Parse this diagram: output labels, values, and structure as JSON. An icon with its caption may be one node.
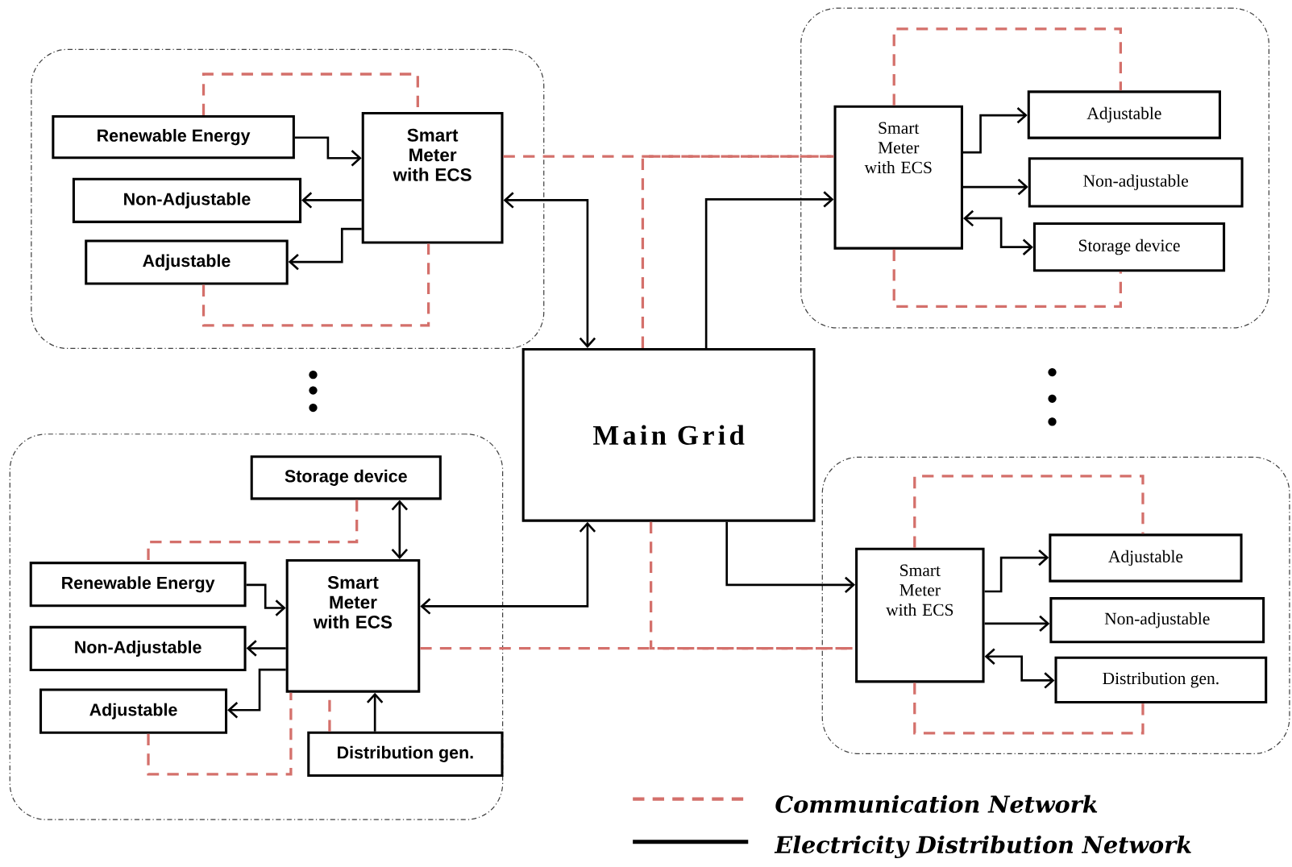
{
  "diagram": {
    "nodes": [
      {
        "text": [],
        "shape": "box"
      },
      {
        "text": [
          "Renewable Energy"
        ],
        "in": 0
      },
      {
        "text": [
          "Smart Meter with ECS"
        ],
        "in": 0
      },
      {
        "text": [
          "Non-Adjustable"
        ],
        "in": 0
      },
      {
        "text": [
          "Adjustable"
        ],
        "in": 0
      },
      {
        "text": [],
        "shape": "box"
      },
      {
        "text": [
          "Smart Meter with ECS"
        ],
        "in": 5
      },
      {
        "text": [
          "Adjustable"
        ],
        "in": 5
      },
      {
        "text": [
          "Non-adjustable"
        ],
        "in": 5
      },
      {
        "text": [
          "Storage device"
        ],
        "in": 5
      },
      {
        "text": [
          "Main Grid"
        ]
      },
      {
        "text": [],
        "shape": "box"
      },
      {
        "text": [
          "Storage device"
        ],
        "in": 11
      },
      {
        "text": [
          "Renewable Energy"
        ],
        "in": 11
      },
      {
        "text": [
          "Smart Meter with ECS"
        ],
        "in": 11
      },
      {
        "text": [
          "Non-Adjustable"
        ],
        "in": 11
      },
      {
        "text": [
          "Adjustable"
        ],
        "in": 11
      },
      {
        "text": [
          "Distribution gen."
        ],
        "in": 11
      },
      {
        "text": [],
        "shape": "box"
      },
      {
        "text": [
          "Smart Meter with ECS"
        ],
        "in": 18
      },
      {
        "text": [
          "Adjustable"
        ],
        "in": 18
      },
      {
        "text": [
          "Non-adjustable"
        ],
        "in": 18
      },
      {
        "text": [
          "Distribution gen."
        ],
        "in": 18
      }
    ],
    "edges": [
      {
        "from": 1,
        "to": 2,
        "arrow": "to"
      },
      {
        "from": 2,
        "to": 3,
        "arrow": "to"
      },
      {
        "from": 2,
        "to": 4,
        "arrow": "to"
      },
      {
        "from": 2,
        "to": 10,
        "arrow": "both"
      },
      {
        "from": 10,
        "to": 6,
        "arrow": "to"
      },
      {
        "from": 6,
        "to": 7,
        "arrow": "to"
      },
      {
        "from": 6,
        "to": 8,
        "arrow": "to"
      },
      {
        "from": 6,
        "to": 9,
        "arrow": "both"
      },
      {
        "from": 12,
        "to": 14,
        "arrow": "both"
      },
      {
        "from": 13,
        "to": 14,
        "arrow": "to"
      },
      {
        "from": 14,
        "to": 15,
        "arrow": "to"
      },
      {
        "from": 14,
        "to": 16,
        "arrow": "to"
      },
      {
        "from": 17,
        "to": 14,
        "arrow": "to"
      },
      {
        "from": 14,
        "to": 10,
        "arrow": "both"
      },
      {
        "from": 10,
        "to": 19,
        "arrow": "to"
      },
      {
        "from": 19,
        "to": 20,
        "arrow": "to"
      },
      {
        "from": 19,
        "to": 21,
        "arrow": "to"
      },
      {
        "from": 19,
        "to": 22,
        "arrow": "both"
      },
      {
        "from": 1,
        "to": 2,
        "arrow": "none",
        "style": "dashed",
        "color": "#d4706b"
      },
      {
        "from": 4,
        "to": 2,
        "arrow": "none",
        "style": "dashed",
        "color": "#d4706b"
      },
      {
        "from": 2,
        "to": 6,
        "arrow": "none",
        "style": "dashed",
        "color": "#d4706b"
      },
      {
        "from": 10,
        "to": 6,
        "arrow": "none",
        "style": "dashed",
        "color": "#d4706b"
      },
      {
        "from": 6,
        "to": 7,
        "arrow": "none",
        "style": "dashed",
        "color": "#d4706b"
      },
      {
        "from": 6,
        "to": 9,
        "arrow": "none",
        "style": "dashed",
        "color": "#d4706b"
      },
      {
        "from": 12,
        "to": 13,
        "arrow": "none",
        "style": "dashed",
        "color": "#d4706b"
      },
      {
        "from": 16,
        "to": 14,
        "arrow": "none",
        "style": "dashed",
        "color": "#d4706b"
      },
      {
        "from": 17,
        "to": 14,
        "arrow": "none",
        "style": "dashed",
        "color": "#d4706b"
      },
      {
        "from": 14,
        "to": 19,
        "arrow": "none",
        "style": "dashed",
        "color": "#d4706b"
      },
      {
        "from": 10,
        "to": 19,
        "arrow": "none",
        "style": "dashed",
        "color": "#d4706b"
      },
      {
        "from": 19,
        "to": 20,
        "arrow": "none",
        "style": "dashed",
        "color": "#d4706b"
      },
      {
        "from": 19,
        "to": 22,
        "arrow": "none",
        "style": "dashed",
        "color": "#d4706b"
      }
    ],
    "legend": [
      {
        "text": "Communication Network"
      },
      {
        "text": "Electricity Distribution Network"
      }
    ]
  }
}
